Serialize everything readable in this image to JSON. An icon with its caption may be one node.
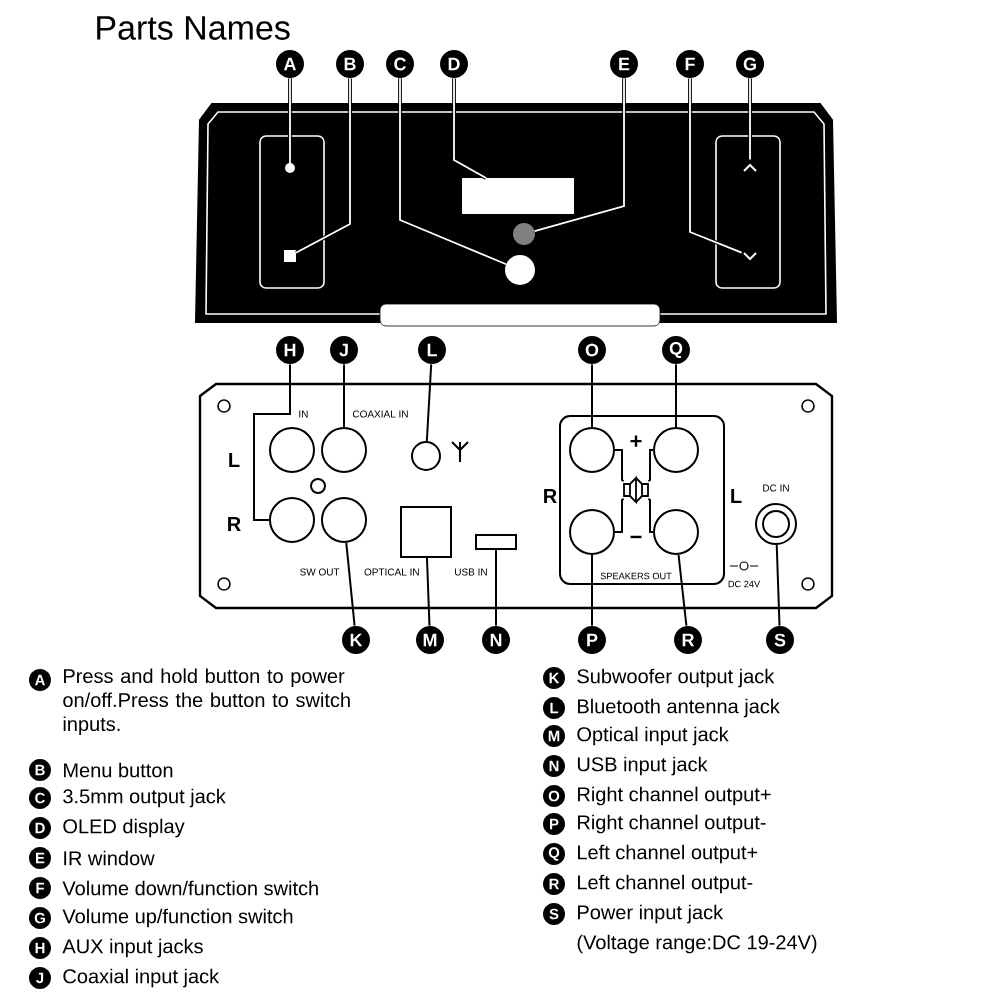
{
  "diagram": {
    "title": "Parts Names",
    "nodes": [
      {
        "text": [
          "A"
        ]
      },
      {
        "text": [
          "B"
        ]
      },
      {
        "text": [
          "C"
        ]
      },
      {
        "text": [
          "D"
        ]
      },
      {
        "text": [
          "E"
        ]
      },
      {
        "text": [
          "F"
        ]
      },
      {
        "text": [
          "G"
        ]
      },
      {
        "text": [],
        "shape": "circle"
      },
      {
        "text": [],
        "shape": "box"
      },
      {
        "text": [],
        "shape": "circle"
      },
      {
        "text": [],
        "shape": "box"
      },
      {
        "text": [],
        "shape": "circle"
      },
      {
        "text": [],
        "shape": "chevron"
      },
      {
        "text": [],
        "shape": "chevron"
      },
      {
        "text": [
          "H"
        ]
      },
      {
        "text": [
          "J"
        ]
      },
      {
        "text": [
          "L"
        ]
      },
      {
        "text": [
          "O"
        ]
      },
      {
        "text": [
          "Q"
        ]
      },
      {
        "text": [
          "K"
        ]
      },
      {
        "text": [
          "M"
        ]
      },
      {
        "text": [
          "N"
        ]
      },
      {
        "text": [
          "P"
        ]
      },
      {
        "text": [
          "R"
        ]
      },
      {
        "text": [
          "S"
        ]
      },
      {
        "text": [],
        "shape": "circle"
      },
      {
        "text": [],
        "shape": "circle"
      },
      {
        "text": [],
        "shape": "circle"
      },
      {
        "text": [],
        "shape": "circle"
      },
      {
        "text": [],
        "shape": "circle"
      },
      {
        "text": [],
        "shape": "circle"
      },
      {
        "text": [],
        "shape": "circle"
      },
      {
        "text": [],
        "shape": "box"
      },
      {
        "text": [],
        "shape": "box"
      },
      {
        "text": [],
        "shape": "circle"
      },
      {
        "text": [],
        "shape": "circle"
      },
      {
        "text": [],
        "shape": "circle"
      },
      {
        "text": [],
        "shape": "speaker"
      }
    ],
    "edges": [
      {
        "from": 0,
        "to": 7,
        "arrow": "none"
      },
      {
        "from": 1,
        "to": 8,
        "arrow": "none"
      },
      {
        "from": 2,
        "to": 9,
        "arrow": "none"
      },
      {
        "from": 3,
        "to": 10,
        "arrow": "none"
      },
      {
        "from": 4,
        "to": 11,
        "arrow": "none"
      },
      {
        "from": 5,
        "to": 13,
        "arrow": "none"
      },
      {
        "from": 6,
        "to": 12,
        "arrow": "none"
      },
      {
        "from": 14,
        "to": 30,
        "arrow": "none"
      },
      {
        "from": 15,
        "to": 26,
        "arrow": "none"
      },
      {
        "from": 16,
        "to": 27,
        "arrow": "none"
      },
      {
        "from": 17,
        "to": 28,
        "arrow": "none"
      },
      {
        "from": 18,
        "to": 29,
        "arrow": "none"
      },
      {
        "from": 19,
        "to": 31,
        "arrow": "none"
      },
      {
        "from": 20,
        "to": 32,
        "arrow": "none"
      },
      {
        "from": 21,
        "to": 33,
        "arrow": "none"
      },
      {
        "from": 22,
        "to": 34,
        "arrow": "none"
      },
      {
        "from": 23,
        "to": 35,
        "arrow": "none"
      },
      {
        "from": 24,
        "to": 36,
        "arrow": "none"
      },
      {
        "from": 28,
        "to": 37,
        "arrow": "none"
      },
      {
        "from": 29,
        "to": 37,
        "arrow": "none"
      },
      {
        "from": 34,
        "to": 37,
        "arrow": "none"
      },
      {
        "from": 35,
        "to": 37,
        "arrow": "none"
      }
    ],
    "labels": [
      "IN",
      "COAXIAL IN",
      "L",
      "R",
      "+",
      "R",
      "L",
      "DC IN",
      "−",
      "SW OUT",
      "OPTICAL IN",
      "USB IN",
      "SPEAKERS OUT",
      "DC 24V",
      "A",
      "Press and hold button to power on/off.Press the button to switch inputs.",
      "B",
      "Menu button",
      "C",
      "3.5mm output jack",
      "D",
      "OLED display",
      "E",
      "IR window",
      "F",
      "Volume down/function switch",
      "G",
      "Volume up/function switch",
      "H",
      "AUX input jacks",
      "J",
      "Coaxial input jack",
      "K",
      "Subwoofer output jack",
      "L",
      "Bluetooth antenna jack",
      "M",
      "Optical input jack",
      "N",
      "USB input jack",
      "O",
      "Right channel output+",
      "P",
      "Right channel output-",
      "Q",
      "Left channel output+",
      "R",
      "Left channel output-",
      "S",
      "Power input jack",
      "(Voltage range:DC 19-24V)"
    ]
  }
}
